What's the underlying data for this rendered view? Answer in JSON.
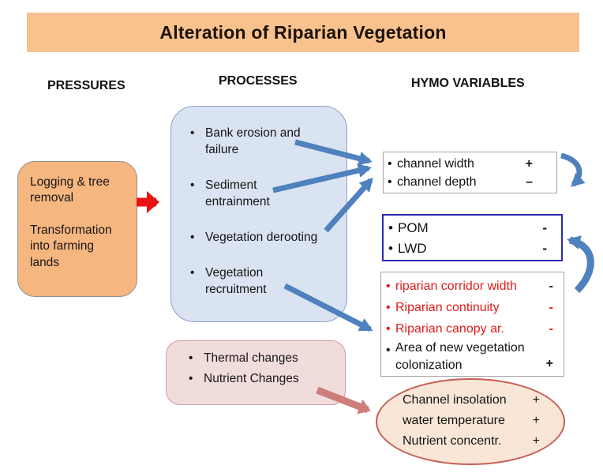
{
  "title": "Alteration of Riparian Vegetation",
  "column_headers": {
    "pressures": "PRESSURES",
    "processes": "PROCESSES",
    "hymo": "HYMO VARIABLES"
  },
  "pressures_box": {
    "paragraphs": [
      {
        "lines": [
          "Logging & tree",
          "removal"
        ]
      },
      {
        "lines": [
          "Transformation",
          "into farming",
          "lands"
        ]
      }
    ]
  },
  "processes_box": {
    "items": [
      {
        "lines": [
          "Bank erosion and",
          "failure"
        ]
      },
      {
        "lines": [
          "Sediment",
          "entrainment"
        ]
      },
      {
        "lines": [
          "Vegetation derooting",
          ""
        ]
      },
      {
        "lines": [
          "Vegetation",
          "recruitment"
        ]
      }
    ]
  },
  "channel_box": {
    "rows": [
      {
        "label": "channel width",
        "sign": "+"
      },
      {
        "label": "channel depth",
        "sign": "–"
      }
    ]
  },
  "pom_box": {
    "rows": [
      {
        "label": "POM",
        "sign": "-"
      },
      {
        "label": "LWD",
        "sign": "-"
      }
    ]
  },
  "riparian_box": {
    "rows": [
      {
        "label": "riparian corridor width",
        "sign": "-"
      },
      {
        "label": "Riparian continuity",
        "sign": "-"
      },
      {
        "label": "Riparian canopy ar.",
        "sign": "-"
      },
      {
        "label_lines": [
          "Area of new vegetation",
          "colonization"
        ],
        "sign": "+"
      }
    ]
  },
  "secondary_box": {
    "items": [
      "Thermal changes",
      "Nutrient Changes"
    ]
  },
  "outcome_ellipse": {
    "rows": [
      {
        "label": "Channel insolation",
        "sign": "+"
      },
      {
        "label": "water temperature",
        "sign": "+"
      },
      {
        "label": "Nutrient concentr.",
        "sign": "+"
      }
    ]
  },
  "colors": {
    "title_bar_bg": "#F8C28F",
    "pressure_box_bg": "#F6B680",
    "process_box_bg": "#DAE3F1",
    "process_box_border": "#8AA2C4",
    "secondary_box_bg": "#F1DCDC",
    "ellipse_bg": "#FAE6D6",
    "ellipse_border": "#C45F56",
    "pom_box_border": "#2B2BB0",
    "red_text": "#E01B1B",
    "blue_arrow": "#4E81BD",
    "red_arrow": "#E91313",
    "pink_arrow": "#CD7E7B"
  }
}
